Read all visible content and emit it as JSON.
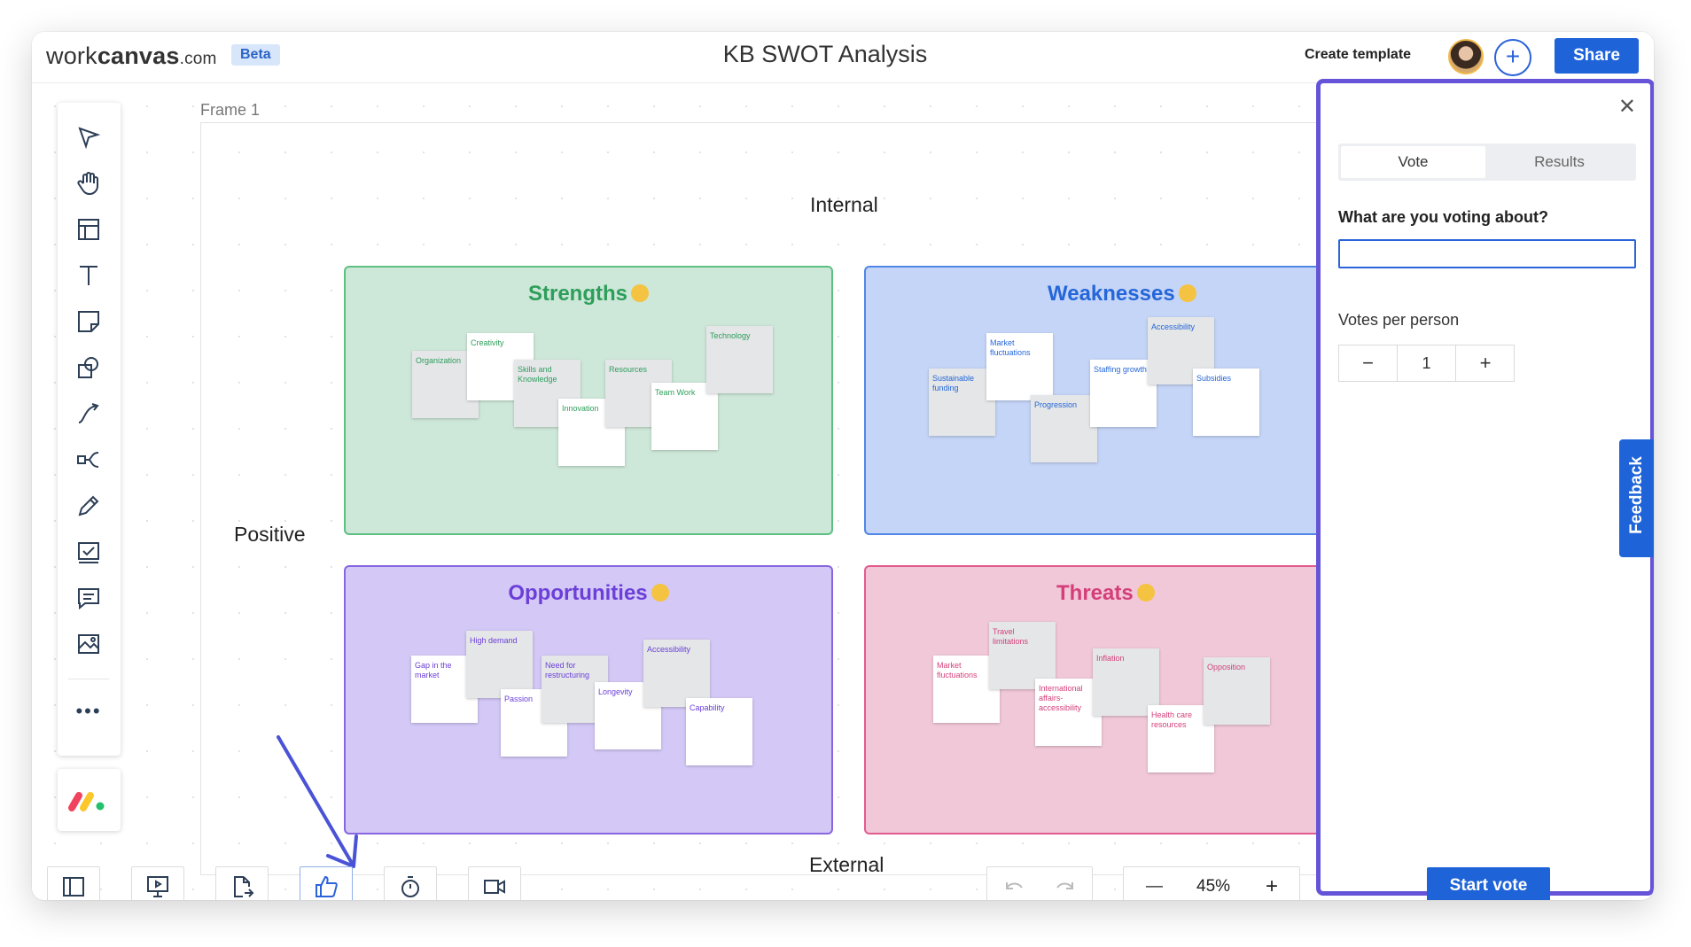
{
  "header": {
    "logo_text": "work",
    "logo_bold": "canvas",
    "logo_domain": ".com",
    "beta": "Beta",
    "title": "KB SWOT Analysis",
    "create_template": "Create template",
    "add_icon": "plus-circle-icon",
    "share": "Share"
  },
  "toolbar": {
    "tools": [
      "select-icon",
      "hand-icon",
      "layout-icon",
      "text-icon",
      "sticky-note-icon",
      "shapes-icon",
      "connector-icon",
      "mind-map-icon",
      "pen-icon",
      "checklist-icon",
      "comment-icon",
      "image-icon",
      "more-icon"
    ]
  },
  "canvas": {
    "frame_label": "Frame 1",
    "internal": "Internal",
    "external": "External",
    "positive": "Positive",
    "quadrants": {
      "strengths": {
        "title": "Strengths",
        "color": "#2e9e5b",
        "notes": [
          "Organization",
          "Creativity",
          "Skills and Knowledge",
          "Innovation",
          "Resources",
          "Team Work",
          "Technology"
        ]
      },
      "weaknesses": {
        "title": "Weaknesses",
        "color": "#2566d9",
        "notes": [
          "Sustainable funding",
          "Market fluctuations",
          "Progression",
          "Staffing growth",
          "Accessibility",
          "Subsidies"
        ]
      },
      "opportunities": {
        "title": "Opportunities",
        "color": "#6b3fd8",
        "notes": [
          "Gap in the market",
          "High demand",
          "Passion",
          "Need for restructuring",
          "Longevity",
          "Accessibility",
          "Capability"
        ]
      },
      "threats": {
        "title": "Threats",
        "color": "#d43f7a",
        "notes": [
          "Market fluctuations",
          "Travel limitations",
          "International affairs-accessibility",
          "Inflation",
          "Health care resources",
          "Opposition"
        ]
      }
    }
  },
  "bottom_bar": {
    "buttons": [
      "sidebar-icon",
      "present-icon",
      "export-icon",
      "vote-icon",
      "timer-icon",
      "video-icon"
    ],
    "zoom_level": "45%"
  },
  "vote_panel": {
    "close_icon": "close-icon",
    "tab_vote": "Vote",
    "tab_results": "Results",
    "question_label": "What are you voting about?",
    "question_value": "",
    "votes_label": "Votes per person",
    "votes_value": "1",
    "minus": "−",
    "plus": "+",
    "start": "Start vote",
    "feedback": "Feedback"
  }
}
